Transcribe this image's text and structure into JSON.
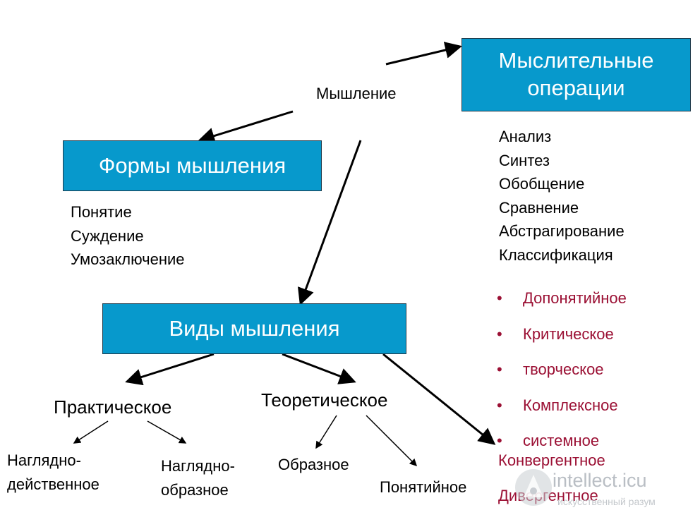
{
  "center": "Мышление",
  "boxes": {
    "operations": "Мыслительные операции",
    "forms": "Формы мышления",
    "kinds": "Виды мышления"
  },
  "forms_list": [
    "Понятие",
    "Суждение",
    "Умозаключение"
  ],
  "operations_list": [
    "Анализ",
    "Синтез",
    "Обобщение",
    "Сравнение",
    "Абстрагирование",
    "Классификация"
  ],
  "bullets": {
    "marker": "•",
    "items": [
      "Допонятийное",
      "Критическое",
      "творческое",
      "Комплексное",
      "системное"
    ]
  },
  "practical": {
    "label": "Практическое",
    "visual_action_line1": "Наглядно-",
    "visual_action_line2": "действенное",
    "visual_image_line1": "Наглядно-",
    "visual_image_line2": "образное"
  },
  "theoretical": {
    "label": "Теоретическое",
    "figurative": "Образное",
    "conceptual": "Понятийное"
  },
  "convergent": "Конвергентное",
  "divergent": "Дивергентное",
  "watermark": {
    "title": "intellect.icu",
    "subtitle": "искусственный разум"
  },
  "colors": {
    "box_fill": "#0799cc",
    "box_text": "#ffffff",
    "accent_text": "#9b1034"
  }
}
